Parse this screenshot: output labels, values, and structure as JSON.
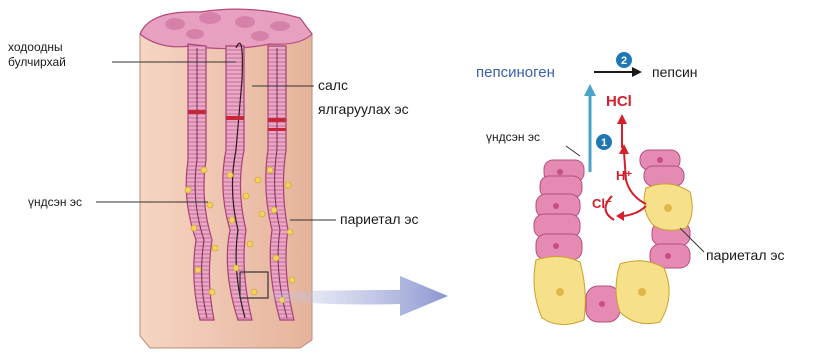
{
  "labels": {
    "gastric_gland": [
      "ходоодны",
      "булчирхай"
    ],
    "mucous_cell": [
      "салс",
      "ялгаруулах эс"
    ],
    "chief_cell_left": "үндсэн эс",
    "parietal_left": "париетал эс",
    "chief_cell_right": "үндсэн эс",
    "parietal_right": "париетал эс",
    "pepsinogen": "пепсиноген",
    "pepsin": "пепсин",
    "hcl": "HCl",
    "h_ion": "H⁺",
    "cl_ion": "Cl⁻",
    "step1": "1",
    "step2": "2"
  },
  "colors": {
    "tissue_pink": "#e9a9c6",
    "tissue_dark": "#b44a7c",
    "block_side": "#f2c9b4",
    "cell_pink": "#e58ab2",
    "cell_yellow": "#f6e08a",
    "red": "#d3202b",
    "blue_arrow": "#4aa3c9",
    "step_badge": "#1f78b4"
  }
}
